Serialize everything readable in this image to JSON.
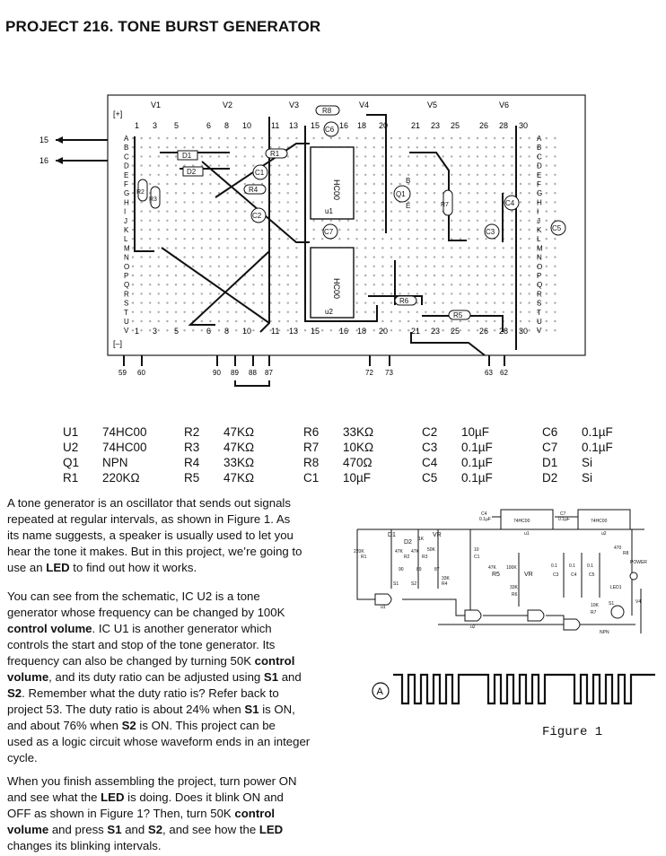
{
  "title": "PROJECT 216.  TONE BURST GENERATOR",
  "board": {
    "top_rail": "[+]",
    "bottom_rail": "[–]",
    "v_labels": [
      "V1",
      "V2",
      "V3",
      "V4",
      "V5",
      "V6"
    ],
    "top_numbers": [
      "1",
      "3",
      "5",
      "6",
      "8",
      "10",
      "11",
      "13",
      "15",
      "16",
      "18",
      "20",
      "21",
      "23",
      "25",
      "26",
      "28",
      "30"
    ],
    "bottom_numbers": [
      "1",
      "3",
      "5",
      "6",
      "8",
      "10",
      "11",
      "13",
      "15",
      "16",
      "18",
      "20",
      "21",
      "23",
      "25",
      "26",
      "28",
      "30"
    ],
    "row_letters": [
      "A",
      "B",
      "C",
      "D",
      "E",
      "F",
      "G",
      "H",
      "I",
      "J",
      "K",
      "L",
      "M",
      "N",
      "O",
      "P",
      "Q",
      "R",
      "S",
      "T",
      "U",
      "V"
    ],
    "left_terminals": [
      "15",
      "16"
    ],
    "bottom_terminals": [
      "59",
      "60",
      "90",
      "89",
      "88",
      "87",
      "72",
      "73",
      "63",
      "62"
    ],
    "components": [
      "R8",
      "C6",
      "R1",
      "D1",
      "D2",
      "C1",
      "R4",
      "R2",
      "R3",
      "C2",
      "C7",
      "Q1",
      "R7",
      "C4",
      "C3",
      "C5",
      "R6",
      "R5",
      "u1",
      "u2",
      "HC00",
      "HC00",
      "B",
      "E"
    ]
  },
  "parts_list": [
    [
      [
        "U1",
        "74HC00"
      ],
      [
        "U2",
        "74HC00"
      ],
      [
        "Q1",
        "NPN"
      ],
      [
        "R1",
        "220KΩ"
      ]
    ],
    [
      [
        "R2",
        "47KΩ"
      ],
      [
        "R3",
        "47KΩ"
      ],
      [
        "R4",
        "33KΩ"
      ],
      [
        "R5",
        "47KΩ"
      ]
    ],
    [
      [
        "R6",
        "33KΩ"
      ],
      [
        "R7",
        "10KΩ"
      ],
      [
        "R8",
        "470Ω"
      ],
      [
        "C1",
        "10µF"
      ]
    ],
    [
      [
        "C2",
        "10µF"
      ],
      [
        "C3",
        "0.1µF"
      ],
      [
        "C4",
        "0.1µF"
      ],
      [
        "C5",
        "0.1µF"
      ]
    ],
    [
      [
        "C6",
        "0.1µF"
      ],
      [
        "C7",
        "0.1µF"
      ],
      [
        "D1",
        "Si"
      ],
      [
        "D2",
        "Si"
      ]
    ]
  ],
  "paragraphs": {
    "p1_lines": [
      "A tone generator is an oscillator that sends out signals",
      "repeated at regular intervals, as shown in Figure 1.  As",
      "its name suggests, a speaker is usually used to let you",
      "hear the tone it makes.  But in this project, we’re going to"
    ],
    "p1_last_a": "use an ",
    "p1_last_b": "LED",
    "p1_last_c": " to find out how it works.",
    "p2": {
      "l1": "You can see from the schematic, IC U2 is a tone",
      "l2": "generator whose frequency can be changed by 100K",
      "l3b": "control volume",
      "l3c": ".  IC U1 is another generator which",
      "l4": "controls the start and stop of the tone generator.  Its",
      "l5a": "frequency can also be changed by turning 50K ",
      "l5b": "control",
      "l6b": "volume",
      "l6c": ", and its duty ratio can be adjusted using ",
      "l6d": "S1",
      "l6e": " and",
      "l7b": "S2",
      "l7c": ".  Remember what the duty ratio is? Refer back to",
      "l8a": "project 53. The duty ratio is about 24% when ",
      "l8b": "S1",
      "l8c": " is ON,",
      "l9a": "and about 76% when ",
      "l9b": "S2",
      "l9c": " is ON.  This project can be",
      "l10": "used as a logic circuit whose waveform ends in an integer",
      "l11": "cycle."
    },
    "p3": {
      "l1": "When you finish assembling the project, turn power ON",
      "l2a": "and see what the ",
      "l2b": "LED",
      "l2c": " is doing.  Does it blink ON and",
      "l3": "OFF as shown in Figure 1? Then, turn 50K ",
      "l3b": "control",
      "l4b": "volume",
      "l4c": " and press ",
      "l4d": "S1",
      "l4e": " and ",
      "l4f": "S2",
      "l4g": ", and see how the ",
      "l4h": "LED",
      "l5": "changes its blinking intervals."
    }
  },
  "schematic": {
    "labels": [
      "C4",
      "0.1µF",
      "74HC00",
      "C7",
      "0.1µF",
      "74HC00",
      "u1",
      "u2",
      "D1",
      "D2",
      "VR",
      "50K",
      "1K",
      "220K",
      "R1",
      "10",
      "C1",
      "R2",
      "R3",
      "47K",
      "47K",
      "S1",
      "S2",
      "90",
      "89",
      "87",
      "R4",
      "33K",
      "R5",
      "47K",
      "VR",
      "100K",
      "0.1",
      "0.1",
      "0.1",
      "C3",
      "C4",
      "C5",
      "R6",
      "33K",
      "R8",
      "470",
      "POWER",
      "LED1",
      "10K",
      "R7",
      "NPN",
      "S1",
      "V4",
      "u1",
      "u2"
    ]
  },
  "wave_marker": "A",
  "figure_caption": "Figure 1"
}
